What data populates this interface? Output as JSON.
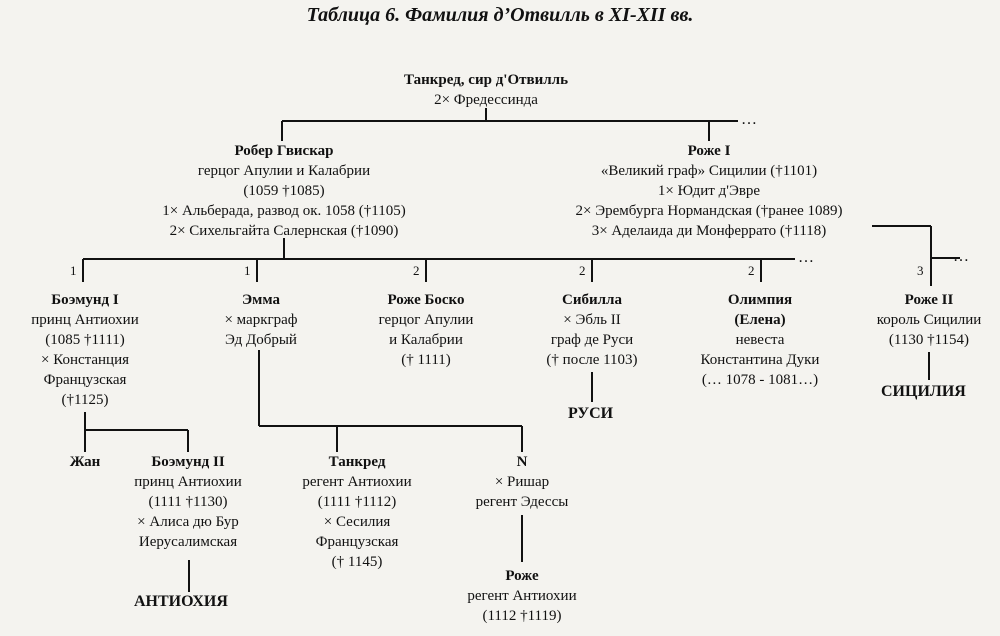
{
  "title": "Таблица 6. Фамилия д’Отвилль в XI-XII вв.",
  "ellipsis": "…",
  "people": {
    "tancred_sr": {
      "name": "Танкред, сир д'Отвилль",
      "lines": [
        "2× Фредессинда"
      ]
    },
    "robert": {
      "name": "Робер Гвискар",
      "lines": [
        "герцог Апулии и Калабрии",
        "(1059 †1085)",
        "1× Альберада, развод ок. 1058 (†1105)",
        "2× Сихельгайта Салернская (†1090)"
      ]
    },
    "roger1": {
      "name": "Роже I",
      "lines": [
        "«Великий граф» Сицилии (†1101)",
        "1× Юдит д'Эвре",
        "2× Эрембурга Нормандская (†ранее 1089)",
        "3× Аделаида ди Монферрато (†1118)"
      ]
    },
    "bohemond1": {
      "name": "Боэмунд I",
      "lines": [
        "принц Антиохии",
        "(1085 †1111)",
        "× Констанция",
        "Французская",
        "(†1125)"
      ]
    },
    "emma": {
      "name": "Эмма",
      "lines": [
        "× маркграф",
        "Эд Добрый"
      ]
    },
    "roger_bosco": {
      "name": "Роже Боско",
      "lines": [
        "герцог Апулии",
        "и Калабрии",
        "(† 1111)"
      ]
    },
    "sibylla": {
      "name": "Сибилла",
      "lines": [
        "× Эбль II",
        "граф де Руси",
        "(† после 1103)"
      ]
    },
    "olympia": {
      "name": "Олимпия",
      "lines": [
        "(Елена)",
        "невеста",
        "Константина Дуки",
        "(… 1078 - 1081…)"
      ]
    },
    "roger2": {
      "name": "Роже II",
      "lines": [
        "король Сицилии",
        "(1130 †1154)"
      ]
    },
    "jean": {
      "name": "Жан",
      "lines": []
    },
    "bohemond2": {
      "name": "Боэмунд II",
      "lines": [
        "принц Антиохии",
        "(1111 †1130)",
        "× Алиса дю Бур",
        "Иерусалимская"
      ]
    },
    "tancred": {
      "name": "Танкред",
      "lines": [
        "регент Антиохии",
        "(1111 †1112)",
        "× Сесилия",
        "Французская",
        "(† 1145)"
      ]
    },
    "n": {
      "name": "N",
      "lines": [
        "× Ришар",
        "регент Эдессы"
      ]
    },
    "roger_ant": {
      "name": "Роже",
      "lines": [
        "регент Антиохии",
        "(1112 †1119)"
      ]
    }
  },
  "marriage_marks": {
    "bohemond1": "1",
    "emma": "1",
    "roger_bosco": "2",
    "sibylla": "2",
    "olympia": "2",
    "roger2": "3"
  },
  "regions": {
    "antioch": "АНТИОХИЯ",
    "rusi": "РУСИ",
    "sicily": "СИЦИЛИЯ"
  }
}
